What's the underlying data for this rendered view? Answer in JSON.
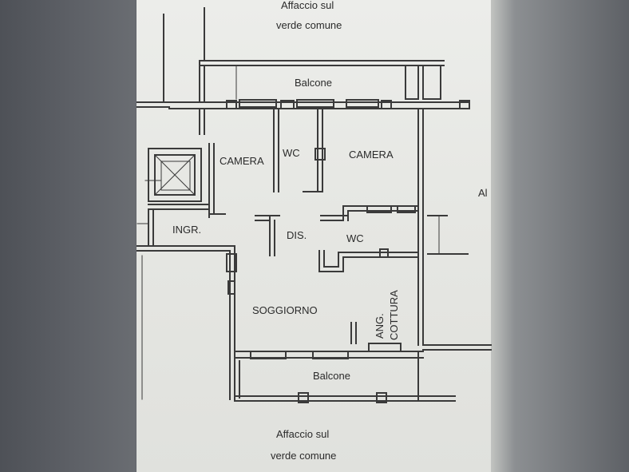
{
  "header": {
    "line1": "Affaccio sul",
    "line2": "verde comune"
  },
  "footer": {
    "line1": "Affaccio sul",
    "line2": "verde comune"
  },
  "rooms": {
    "balcone_top": "Balcone",
    "camera_left": "CAMERA",
    "wc_top": "WC",
    "camera_right": "CAMERA",
    "ingresso": "INGR.",
    "disimpegno": "DIS.",
    "wc_bottom": "WC",
    "soggiorno": "SOGGIORNO",
    "ang": "ANG.",
    "cottura": "COTTURA",
    "balcone_bottom": "Balcone"
  },
  "fragments": {
    "right_edge": "Al"
  },
  "colors": {
    "ink": "#2b2b2b",
    "paper": "#e6e7e3"
  }
}
